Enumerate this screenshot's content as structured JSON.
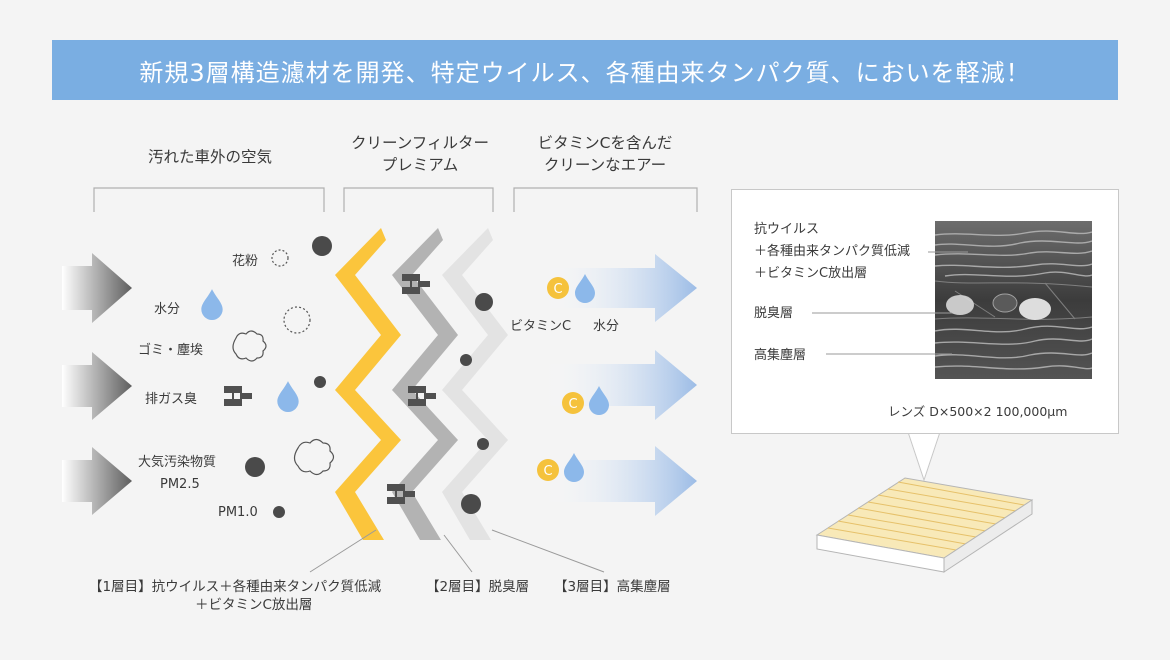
{
  "title": "新規3層構造濾材を開発、特定ウイルス、各種由来タンパク質、においを軽減！",
  "columns": {
    "left": "汚れた車外の空気",
    "middle": [
      "クリーンフィルター",
      "プレミアム"
    ],
    "right": [
      "ビタミンCを含んだ",
      "クリーンなエアー"
    ]
  },
  "pollutants": {
    "pollen": "花粉",
    "moisture": "水分",
    "dust": "ゴミ・塵埃",
    "exhaust": "排ガス臭",
    "pm25": [
      "大気汚染物質",
      "PM2.5"
    ],
    "pm10": "PM1.0"
  },
  "output_labels": {
    "vitamin": "ビタミンC",
    "water": "水分"
  },
  "vitamin_badge": "C",
  "layers": {
    "layer1": [
      "【1層目】抗ウイルス＋各種由来タンパク質低減",
      "＋ビタミンC放出層"
    ],
    "layer2": "【2層目】脱臭層",
    "layer3": "【3層目】高集塵層"
  },
  "panel": {
    "antiviral": [
      "抗ウイルス",
      "＋各種由来タンパク質低減",
      "＋ビタミンC放出層"
    ],
    "deodorize": "脱臭層",
    "dust_collect": "高集塵層",
    "lens": "レンズ D×500×2 100,000μm"
  },
  "colors": {
    "title_bg": "#7aaee2",
    "layer1": "#fbc53c",
    "layer2": "#b3b3b3",
    "layer3": "#e3e3e3",
    "water": "#8cb8ea",
    "vitamin": "#f5c23c",
    "particle": "#4a4a4a"
  }
}
